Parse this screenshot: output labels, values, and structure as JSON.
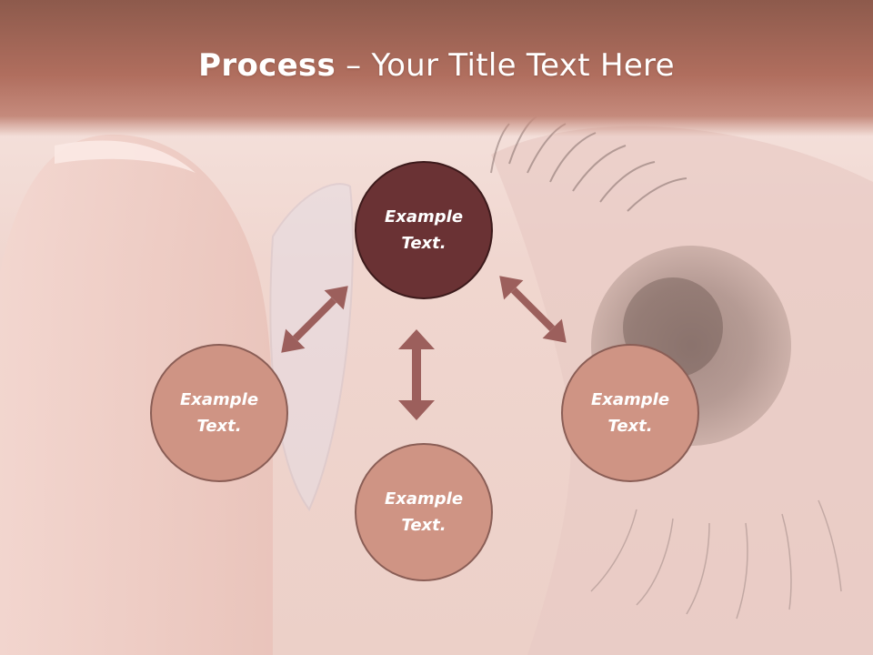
{
  "slide": {
    "title_strong": "Process",
    "title_dash": " – ",
    "title_rest": "Your Title Text Here"
  },
  "nodes": {
    "top": "Example Text.",
    "left": "Example Text.",
    "right": "Example Text.",
    "bottom": "Example Text."
  },
  "colors": {
    "header": "#b06e5e",
    "center_node": "#6a3234",
    "outer_node": "#cf9484",
    "arrow": "#9c5f5c"
  }
}
